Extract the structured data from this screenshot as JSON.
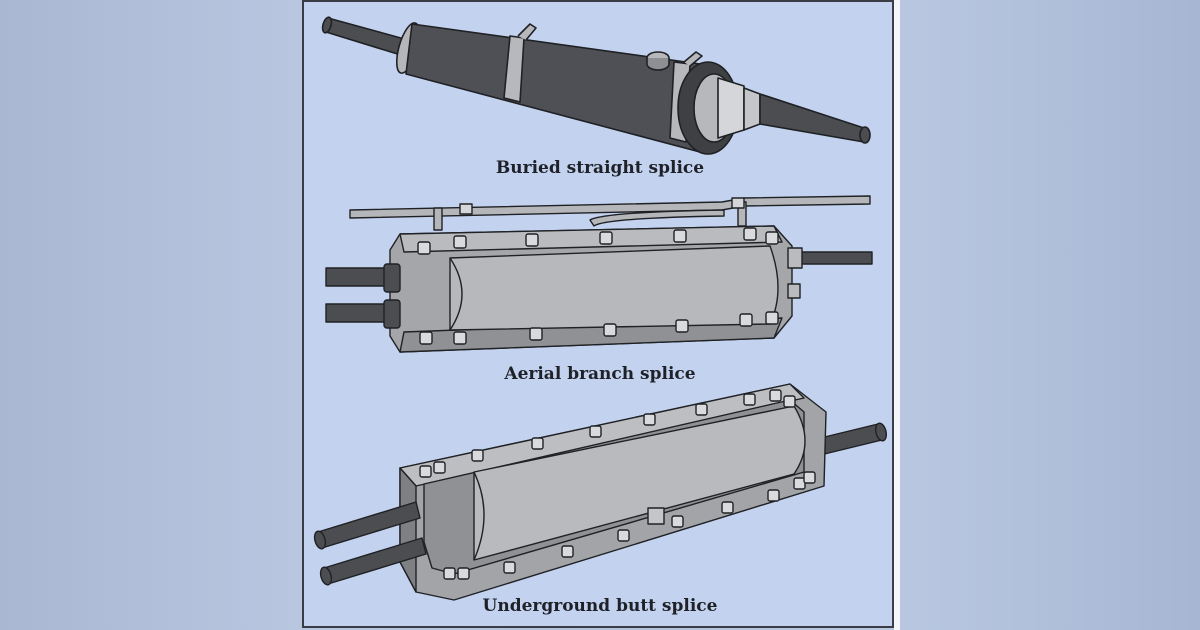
{
  "captions": {
    "buried": "Buried straight splice",
    "aerial": "Aerial branch splice",
    "underground": "Underground butt splice"
  },
  "colors": {
    "panel_bg": "#c3d2ee",
    "dark_cable": "#4a4c50",
    "case_gray": "#a0a2a6",
    "outline": "#1f2124"
  }
}
